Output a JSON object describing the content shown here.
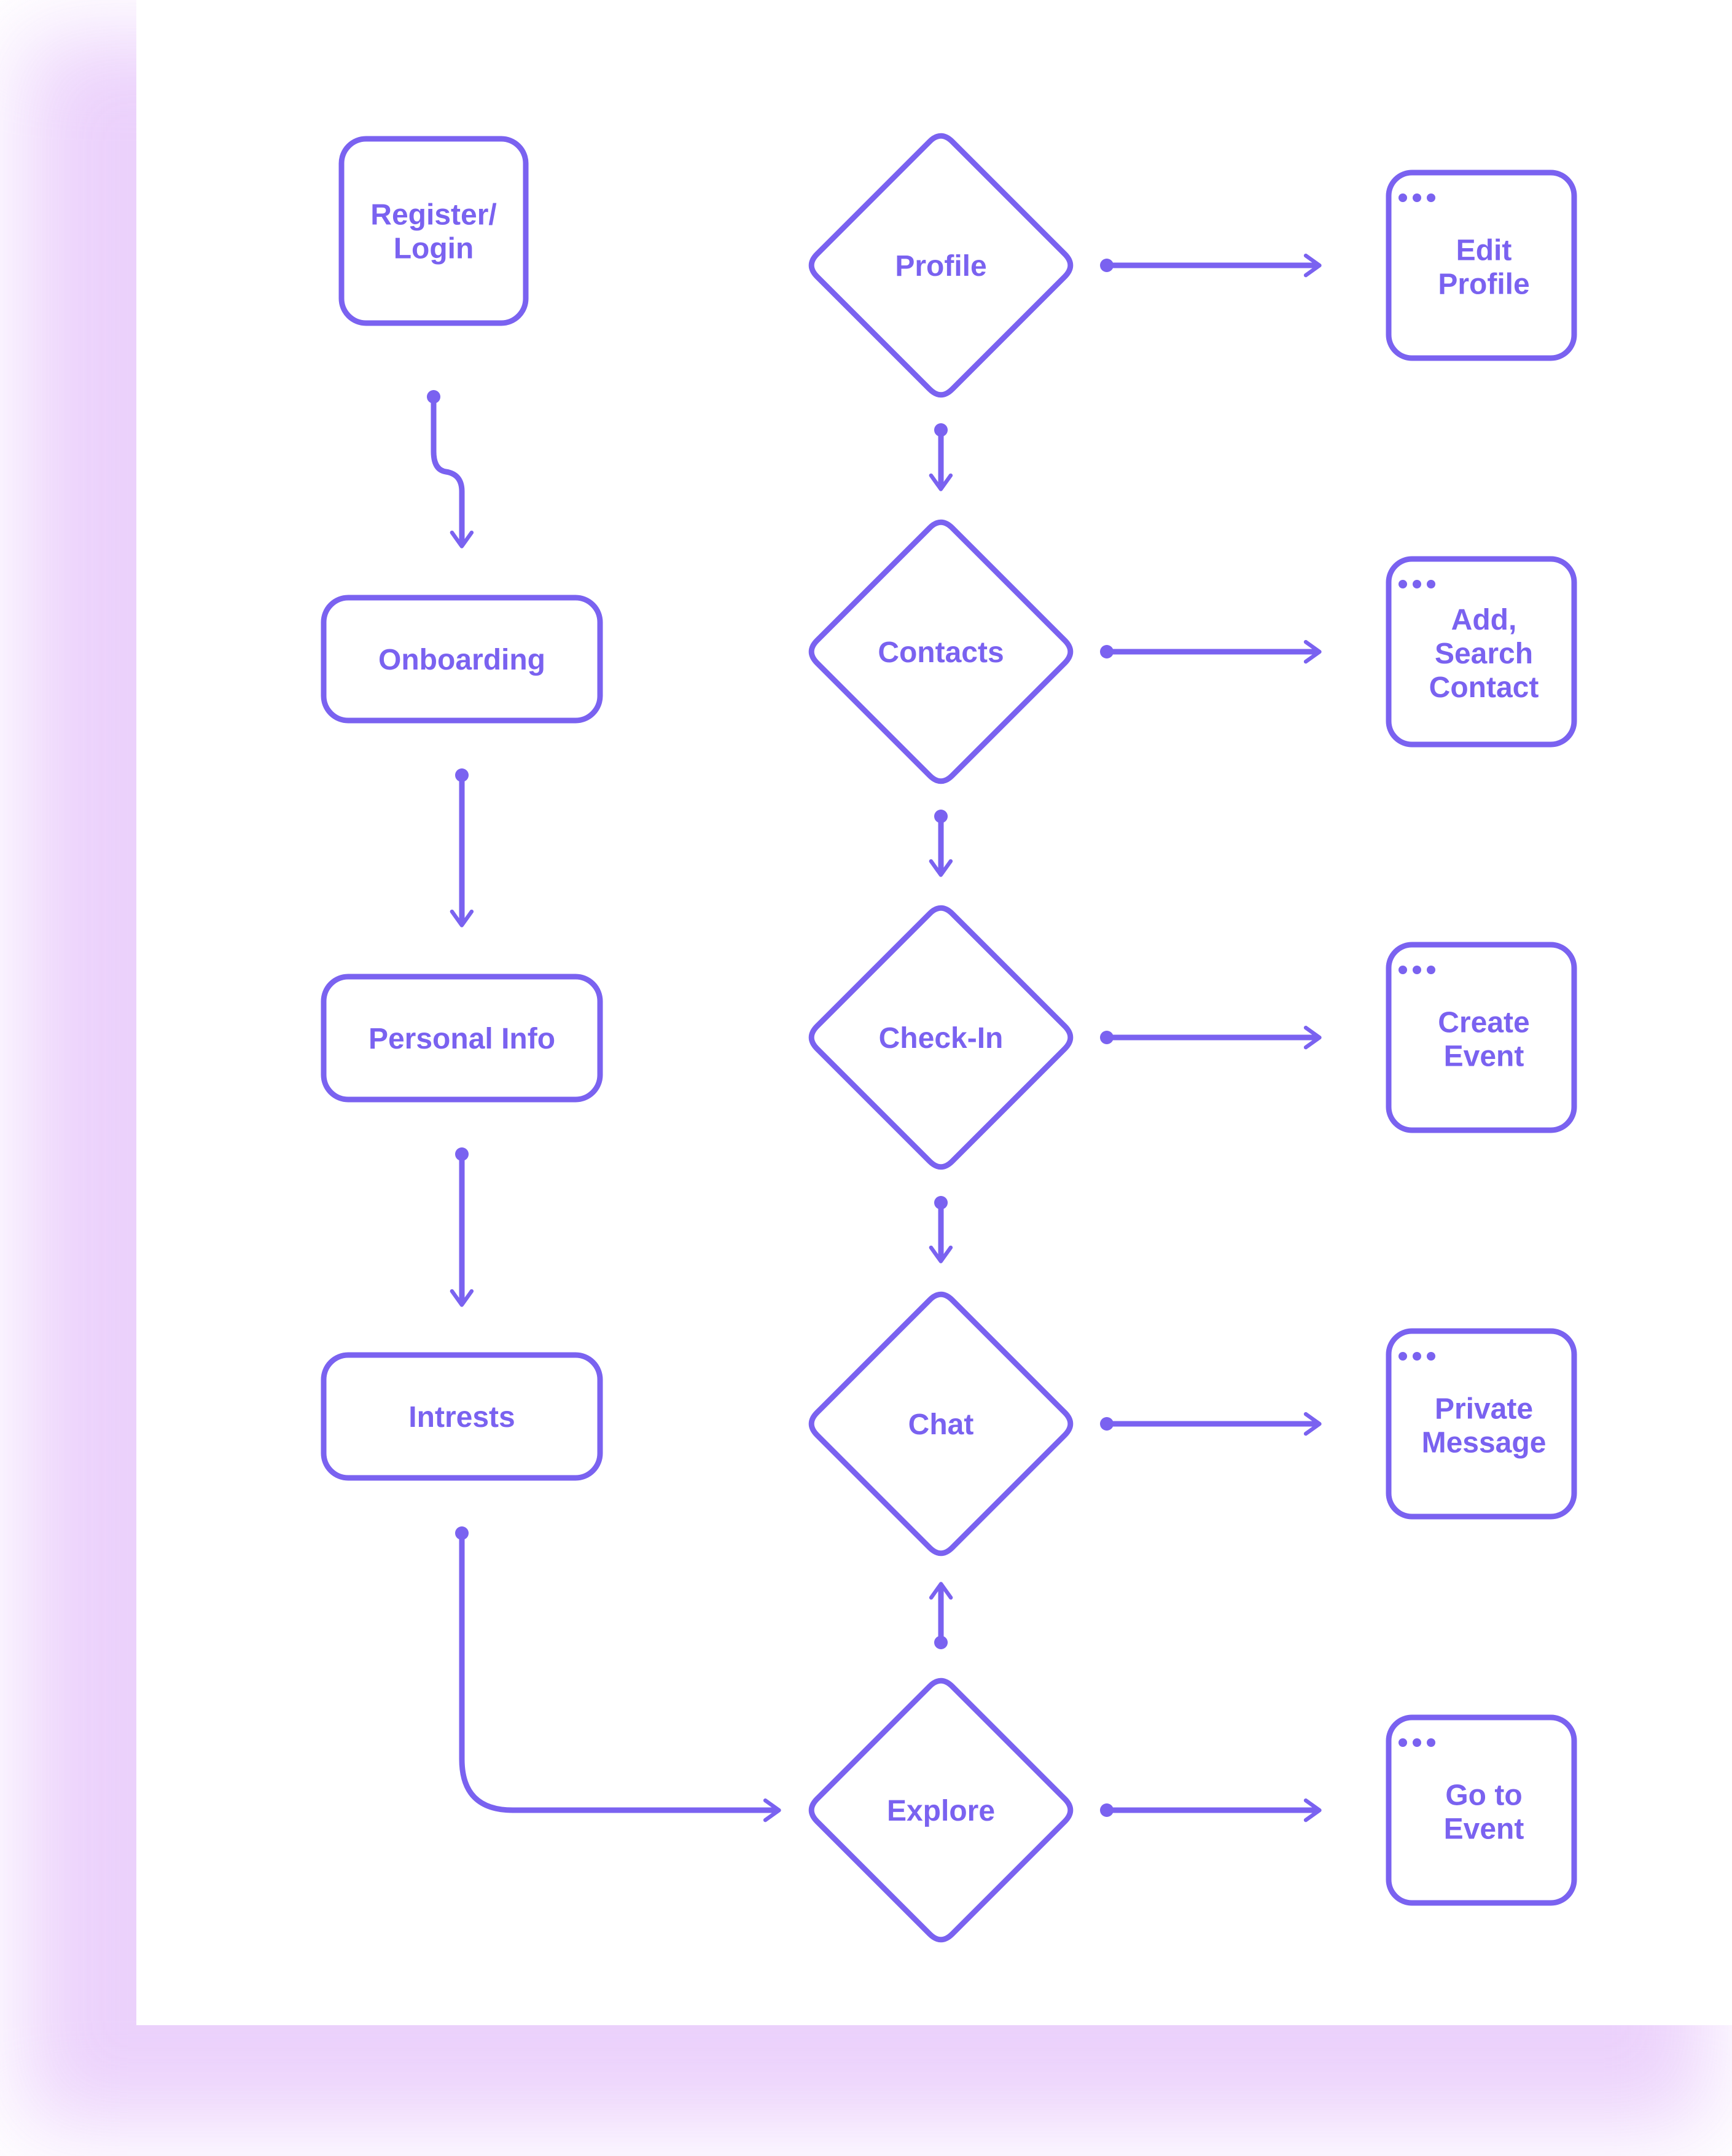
{
  "colors": {
    "accent": "#7a62f0",
    "glow": "#e8c9fb",
    "background": "#ffffff"
  },
  "left_column": [
    {
      "id": "register-login",
      "lines": [
        "Register/",
        "Login"
      ]
    },
    {
      "id": "onboarding",
      "lines": [
        "Onboarding"
      ]
    },
    {
      "id": "personal-info",
      "lines": [
        "Personal Info"
      ]
    },
    {
      "id": "intrests",
      "lines": [
        "Intrests"
      ]
    }
  ],
  "center_column": [
    {
      "id": "profile",
      "lines": [
        "Profile"
      ]
    },
    {
      "id": "contacts",
      "lines": [
        "Contacts"
      ]
    },
    {
      "id": "check-in",
      "lines": [
        "Check-In"
      ]
    },
    {
      "id": "chat",
      "lines": [
        "Chat"
      ]
    },
    {
      "id": "explore",
      "lines": [
        "Explore"
      ]
    }
  ],
  "right_column": [
    {
      "id": "edit-profile",
      "lines": [
        "Edit",
        "Profile"
      ],
      "icon": "more-dots-icon"
    },
    {
      "id": "add-search-contact",
      "lines": [
        "Add,",
        "Search",
        "Contact"
      ],
      "icon": "more-dots-icon"
    },
    {
      "id": "create-event",
      "lines": [
        "Create",
        "Event"
      ],
      "icon": "more-dots-icon"
    },
    {
      "id": "private-message",
      "lines": [
        "Private",
        "Message"
      ],
      "icon": "more-dots-icon"
    },
    {
      "id": "go-to-event",
      "lines": [
        "Go to",
        "Event"
      ],
      "icon": "more-dots-icon"
    }
  ]
}
